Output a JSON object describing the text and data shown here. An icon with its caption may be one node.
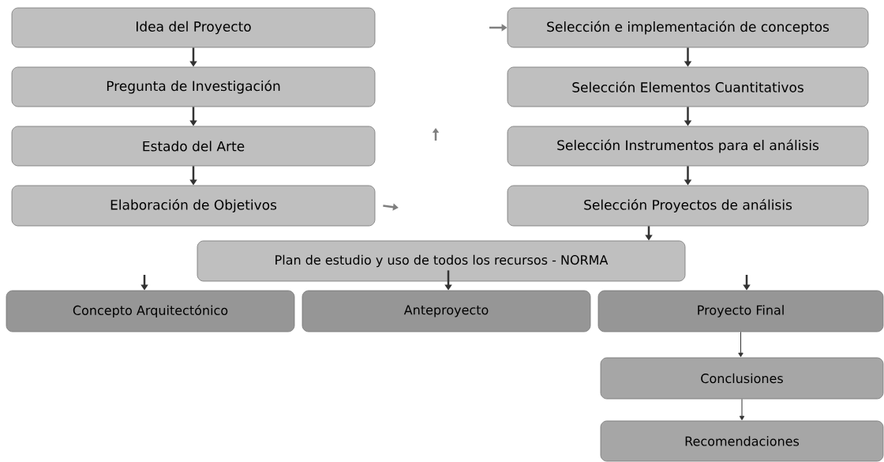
{
  "diagram": {
    "nodes": [
      {
        "text": [
          "Idea del Proyecto"
        ]
      },
      {
        "text": [
          "Pregunta de Investigación"
        ]
      },
      {
        "text": [
          "Estado del Arte"
        ]
      },
      {
        "text": [
          "Elaboración de Objetivos"
        ]
      },
      {
        "text": [
          "Selección e implementación de conceptos"
        ]
      },
      {
        "text": [
          "Selección Elementos Cuantitativos"
        ]
      },
      {
        "text": [
          "Selección Instrumentos para el análisis"
        ]
      },
      {
        "text": [
          "Selección Proyectos de análisis"
        ]
      },
      {
        "text": [
          "Plan de estudio y uso de todos los recursos - NORMA"
        ]
      },
      {
        "text": [
          "Concepto Arquitectónico"
        ]
      },
      {
        "text": [
          "Anteproyecto"
        ]
      },
      {
        "text": [
          "Proyecto Final"
        ]
      },
      {
        "text": [
          "Conclusiones"
        ]
      },
      {
        "text": [
          "Recomendaciones"
        ]
      }
    ],
    "edges": [
      {
        "from": 0,
        "to": 1,
        "arrow": "to"
      },
      {
        "from": 1,
        "to": 2,
        "arrow": "to"
      },
      {
        "from": 2,
        "to": 3,
        "arrow": "to"
      },
      {
        "from": 3,
        "to": null,
        "arrow": "to",
        "color": "#7f7f7f"
      },
      {
        "from": null,
        "to": 4,
        "arrow": "to",
        "color": "#7f7f7f"
      },
      {
        "from": 4,
        "to": 5,
        "arrow": "to"
      },
      {
        "from": 5,
        "to": 6,
        "arrow": "to"
      },
      {
        "from": 6,
        "to": 7,
        "arrow": "to"
      },
      {
        "from": 7,
        "to": 8,
        "arrow": "to"
      },
      {
        "from": null,
        "to": 9,
        "arrow": "to"
      },
      {
        "from": 8,
        "to": 10,
        "arrow": "to"
      },
      {
        "from": null,
        "to": 11,
        "arrow": "to"
      },
      {
        "from": 11,
        "to": 12,
        "arrow": "to"
      },
      {
        "from": 12,
        "to": 13,
        "arrow": "to"
      }
    ]
  }
}
